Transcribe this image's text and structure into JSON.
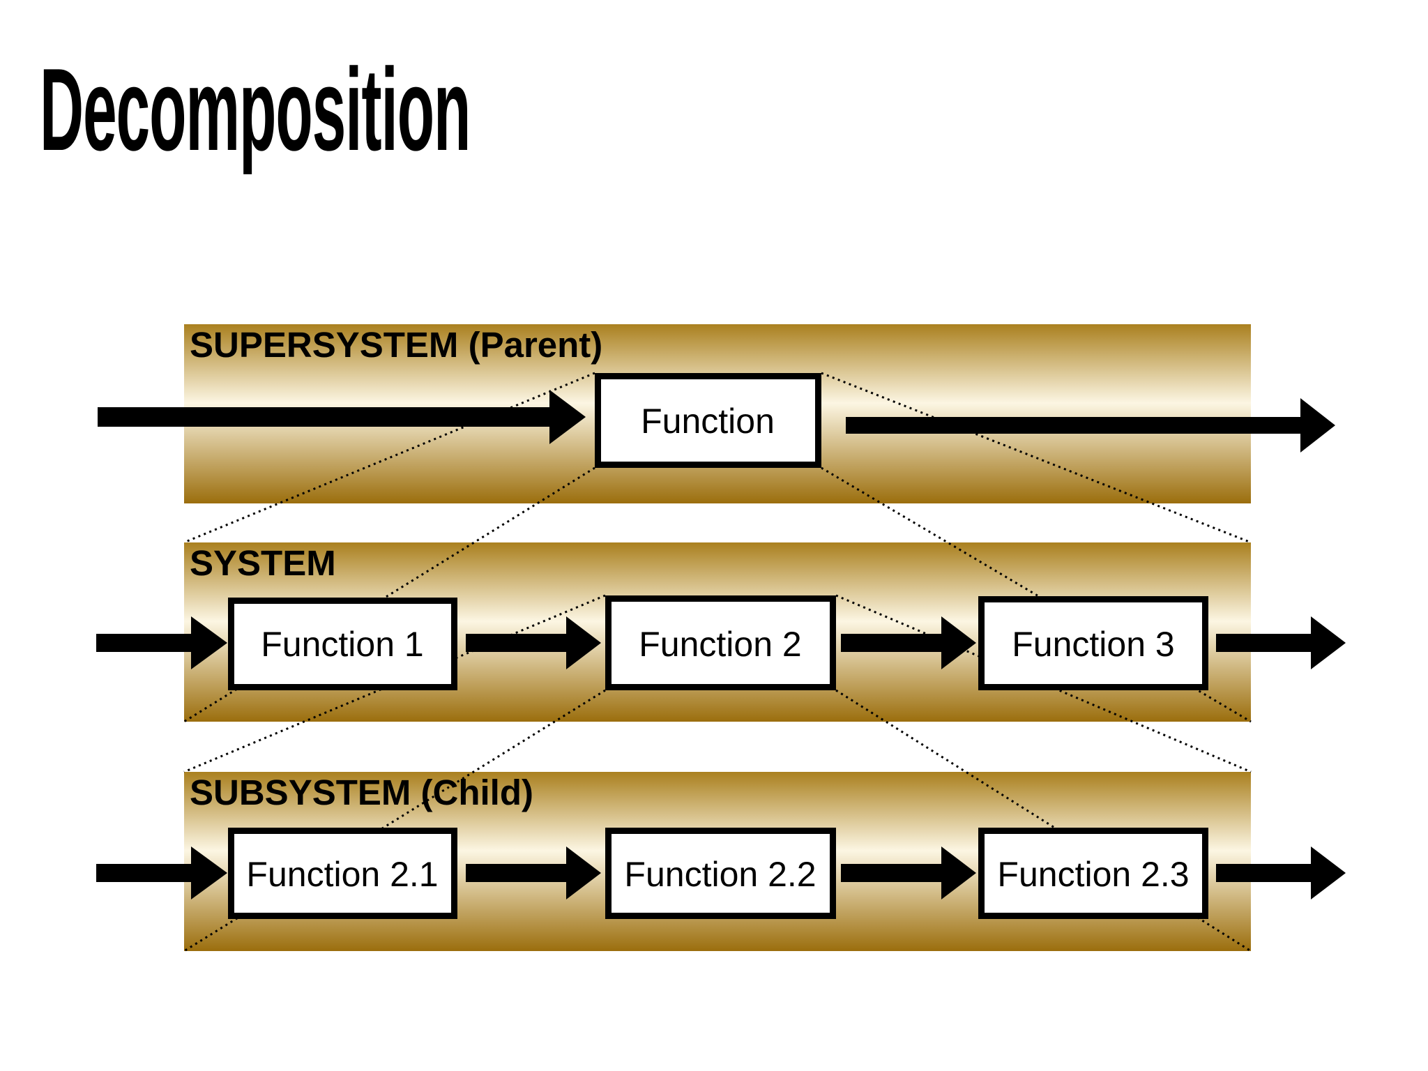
{
  "slide": {
    "title": "Decomposition",
    "background": "#FFFFFF"
  },
  "colors": {
    "title_text": "#2F3077",
    "band_gradient_top": "#AA801F",
    "band_gradient_light": "#FCF6E3",
    "band_gradient_bottom": "#9B6E0D",
    "box_fill": "#FFFFFF",
    "box_border": "#000000",
    "arrow": "#000000",
    "label_text": "#000000"
  },
  "bands": [
    {
      "label": "SUPERSYSTEM (Parent)",
      "boxes": [
        {
          "label": "Function"
        }
      ]
    },
    {
      "label": "SYSTEM",
      "boxes": [
        {
          "label": "Function 1"
        },
        {
          "label": "Function 2"
        },
        {
          "label": "Function 3"
        }
      ]
    },
    {
      "label": "SUBSYSTEM (Child)",
      "boxes": [
        {
          "label": "Function 2.1"
        },
        {
          "label": "Function 2.2"
        },
        {
          "label": "Function 2.3"
        }
      ]
    }
  ]
}
